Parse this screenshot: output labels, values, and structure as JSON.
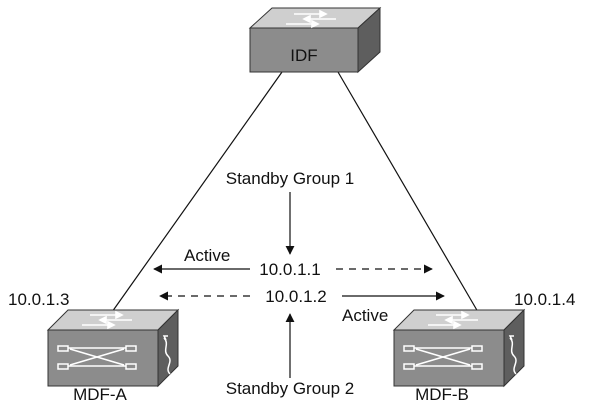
{
  "diagram": {
    "devices": {
      "idf": {
        "label": "IDF"
      },
      "mdf_a": {
        "label": "MDF-A",
        "ip": "10.0.1.3"
      },
      "mdf_b": {
        "label": "MDF-B",
        "ip": "10.0.1.4"
      }
    },
    "groups": {
      "group1": {
        "label": "Standby Group 1"
      },
      "group2": {
        "label": "Standby Group 2"
      }
    },
    "virtual_ips": {
      "vip1": {
        "address": "10.0.1.1",
        "active_label": "Active"
      },
      "vip2": {
        "address": "10.0.1.2",
        "active_label": "Active"
      }
    },
    "colors": {
      "switch_body": "#8c8c8c",
      "switch_top": "#cfcfcf",
      "switch_side": "#5e5e5e",
      "line": "#111111"
    },
    "icons": {
      "workgroup_switch": "switch-icon",
      "multilayer_switch": "multilayer-switch-icon"
    }
  }
}
